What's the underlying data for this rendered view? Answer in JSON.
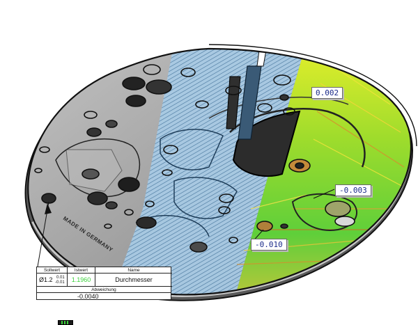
{
  "labels": {
    "top_right": "0.002",
    "middle_right": "-0.003",
    "bottom_center": "-0.010"
  },
  "engraving": "MADE IN GERMANY",
  "callout": {
    "headers": {
      "nominal": "Sollwert",
      "actual": "Istwert",
      "name": "Name",
      "deviation": "Abweichung"
    },
    "nominal": "Ø1.2",
    "tol_upper": "0.01",
    "tol_lower": "-0.01",
    "actual": "1.1960",
    "name": "Durchmesser",
    "deviation": "-0.0040"
  },
  "colors": {
    "metal": "#9a9a9a",
    "blue_overlay": "#9ec4e3",
    "heatmap_green": "#7fd32a",
    "heatmap_yellow": "#e8ef2e",
    "actual_value": "#3bd13b",
    "label_text": "#1a2a8a"
  }
}
